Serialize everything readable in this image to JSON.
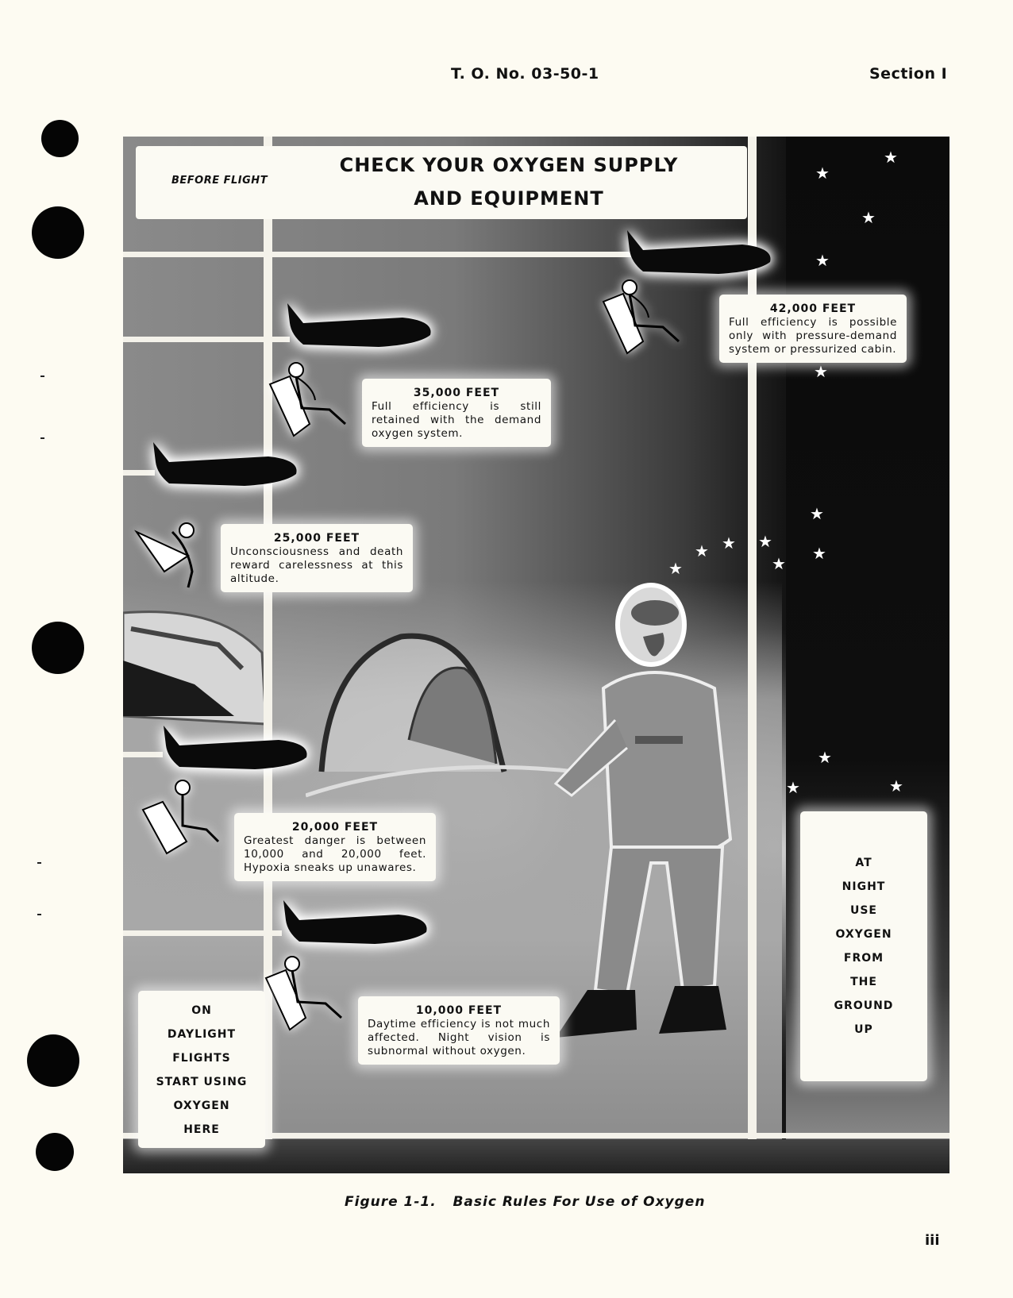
{
  "header": {
    "doc_number": "T. O. No. 03-50-1",
    "section": "Section I"
  },
  "figure": {
    "before_flight_label": "BEFORE FLIGHT",
    "title_line_1": "CHECK YOUR OXYGEN SUPPLY",
    "title_line_2": "AND EQUIPMENT",
    "altitudes": [
      {
        "heading": "42,000 FEET",
        "text": "Full efficiency is possible only with pressure-demand system or pressurized cabin."
      },
      {
        "heading": "35,000 FEET",
        "text": "Full efficiency is still retained with the demand oxygen system."
      },
      {
        "heading": "25,000 FEET",
        "text": "Unconsciousness and death reward carelessness at this altitude."
      },
      {
        "heading": "20,000 FEET",
        "text": "Greatest danger is between 10,000 and 20,000 feet. Hypoxia sneaks up unawares."
      },
      {
        "heading": "10,000 FEET",
        "text": "Daytime efficiency is not much affected. Night vision is subnormal without oxygen."
      }
    ],
    "daylight_box": [
      "ON",
      "DAYLIGHT",
      "FLIGHTS",
      "START USING",
      "OXYGEN",
      "HERE"
    ],
    "night_box": [
      "AT",
      "NIGHT",
      "USE",
      "OXYGEN",
      "FROM",
      "THE",
      "GROUND",
      "UP"
    ],
    "icons": {
      "plane": "jet-silhouette-icon",
      "pilot": "seated-pilot-icon",
      "star": "★"
    }
  },
  "caption": "Figure 1-1.   Basic Rules For Use of Oxygen",
  "page_number": "iii"
}
